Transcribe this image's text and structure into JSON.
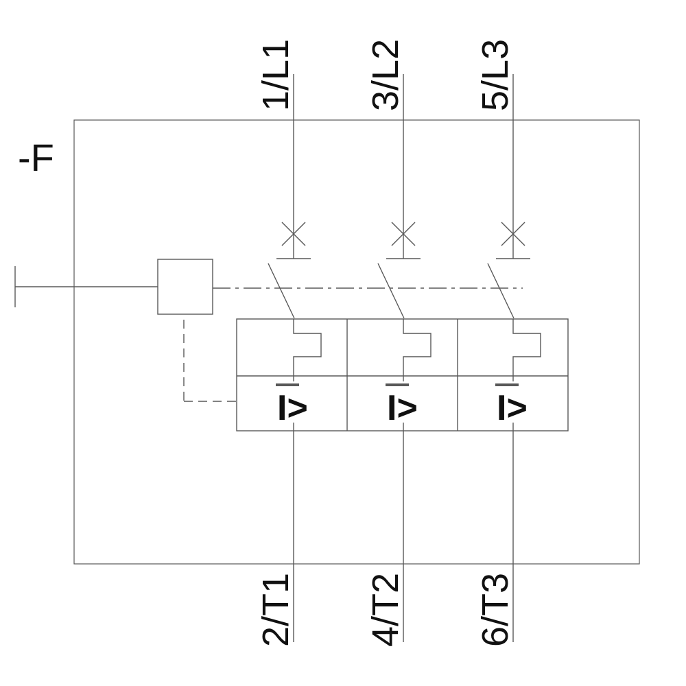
{
  "diagram": {
    "device_label": "-F",
    "poles": [
      {
        "top_terminal": "1/L1",
        "bottom_terminal": "2/T1",
        "magnetic_symbol": "I>"
      },
      {
        "top_terminal": "3/L2",
        "bottom_terminal": "4/T2",
        "magnetic_symbol": "I>"
      },
      {
        "top_terminal": "5/L3",
        "bottom_terminal": "6/T3",
        "magnetic_symbol": "I>"
      }
    ],
    "colors": {
      "line": "#585858",
      "text": "#111111",
      "background": "#ffffff"
    }
  }
}
